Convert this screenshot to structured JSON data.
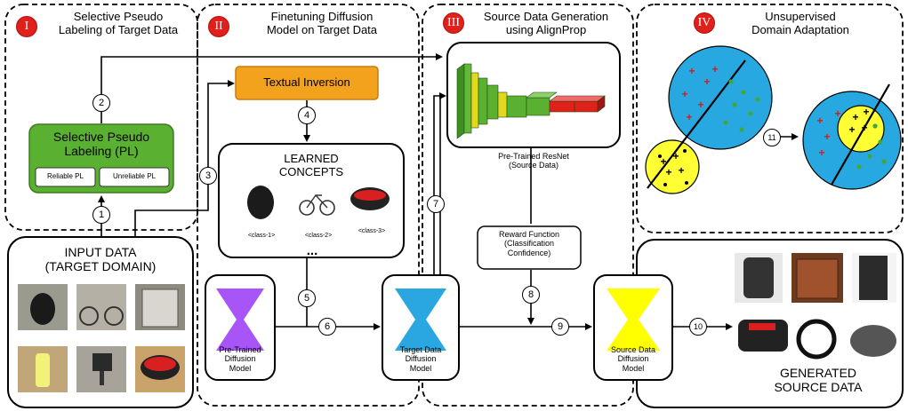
{
  "stages": {
    "I": {
      "badge": "I",
      "title_line1": "Selective Pseudo",
      "title_line2": "Labeling of Target Data"
    },
    "II": {
      "badge": "II",
      "title_line1": "Finetuning Diffusion",
      "title_line2": "Model on Target Data"
    },
    "III": {
      "badge": "III",
      "title_line1": "Source Data Generation",
      "title_line2": "using AlignProp"
    },
    "IV": {
      "badge": "IV",
      "title_line1": "Unsupervised",
      "title_line2": "Domain Adaptation"
    }
  },
  "pseudo_labeling": {
    "line1": "Selective Pseudo",
    "line2": "Labeling (PL)",
    "reliable": "Reliable PL",
    "unreliable": "Unreliable PL"
  },
  "input_data": {
    "line1": "INPUT DATA",
    "line2": "(TARGET DOMAIN)"
  },
  "textual_inversion": "Textual Inversion",
  "learned_concepts": {
    "line1": "LEARNED",
    "line2": "CONCEPTS",
    "class1": "<class-1>",
    "class2": "<class-2>",
    "class3": "<class-3>",
    "more": "..."
  },
  "resnet": {
    "line1": "Pre-Trained ResNet",
    "line2": "(Source Data)"
  },
  "reward": {
    "line1": "Reward Function",
    "line2": "(Classification",
    "line3": "Confidence)"
  },
  "models": {
    "pretrained": {
      "line1": "Pre-Trained",
      "line2": "Diffusion",
      "line3": "Model",
      "color": "#a855f7"
    },
    "target": {
      "line1": "Target Data",
      "line2": "Diffusion",
      "line3": "Model",
      "color": "#2aa7e0"
    },
    "source": {
      "line1": "Source Data",
      "line2": "Diffusion",
      "line3": "Model",
      "color": "#ffff00"
    }
  },
  "generated": {
    "line1": "GENERATED",
    "line2": "SOURCE DATA"
  },
  "steps": [
    "1",
    "2",
    "3",
    "4",
    "5",
    "6",
    "7",
    "8",
    "9",
    "10",
    "11"
  ],
  "colors": {
    "badge": "#e0201b",
    "pl_green": "#5ab031",
    "ti_orange": "#f2a21c",
    "domain_blue": "#28a8e0",
    "domain_yellow": "#ffff33",
    "plus": "#d81b1b",
    "dot": "#3ea83a"
  }
}
